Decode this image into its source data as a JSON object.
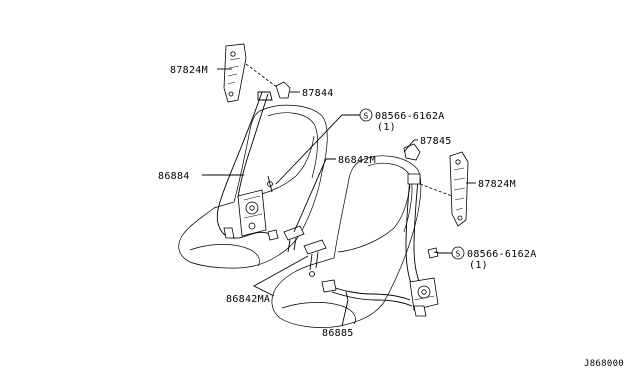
{
  "diagram": {
    "callouts": {
      "p87824m_upper": "87824M",
      "p87844": "87844",
      "p08566_upper": "08566-6162A",
      "p08566_upper_qty": "(1)",
      "p87845": "87845",
      "p86842m": "86842M",
      "p86884": "86884",
      "p87824m_lower": "87824M",
      "p08566_lower": "08566-6162A",
      "p08566_lower_qty": "(1)",
      "p86842ma": "86842MA",
      "p86885": "86885"
    },
    "bolt_symbol": "S",
    "reference_code": "J868000"
  }
}
